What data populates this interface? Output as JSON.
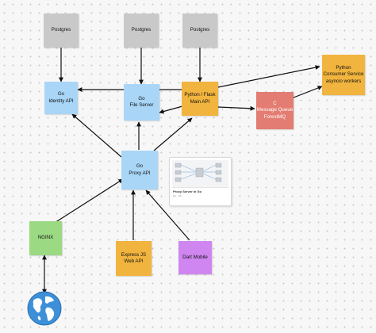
{
  "nodes": {
    "postgres_1": "Postgres",
    "postgres_2": "Postgres",
    "postgres_3": "Postgres",
    "identity_api": [
      "Go",
      "Identity API"
    ],
    "file_server": [
      "Go",
      "File Server"
    ],
    "flask_api": [
      "Python / Flask",
      "Main API"
    ],
    "consumer_service": [
      "Python",
      "Consumer Service",
      "asyncio workers"
    ],
    "message_queue": [
      "C",
      "Message Queue",
      "ForestMQ"
    ],
    "proxy_api": [
      "Go",
      "Proxy API"
    ],
    "nginx": "NGINX",
    "express_api": [
      "Express JS",
      "Web API"
    ],
    "dart_mobile": "Dart Mobile"
  },
  "thumbnail": {
    "title": "Proxy Server in Go",
    "subtitle": "Go · Lib"
  },
  "colors": {
    "database": "#c9c9c9",
    "go_service": "#a9d6f7",
    "python_service": "#f1b43e",
    "queue": "#e37c72",
    "gateway": "#9bd983",
    "mobile": "#cf86f0"
  },
  "icons": {
    "client": "globe-icon"
  }
}
